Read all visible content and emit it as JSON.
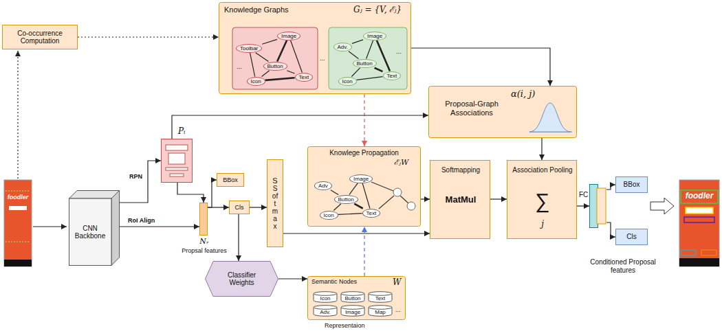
{
  "diagram": {
    "nodes": [
      {
        "text": [
          "Co-occurrence Computation"
        ]
      },
      {
        "text": [
          "Knowledge Graphs",
          "Gⱼ = {V, ℰⱼ}"
        ]
      },
      {
        "text": [
          "Toolbar"
        ],
        "in": 1
      },
      {
        "text": [
          "Image"
        ],
        "in": 1
      },
      {
        "text": [
          "Button"
        ],
        "in": 1
      },
      {
        "text": [
          "Icon"
        ],
        "in": 1
      },
      {
        "text": [
          "Text"
        ],
        "in": 1
      },
      {
        "text": [
          "Adv."
        ],
        "in": 1
      },
      {
        "text": [
          "Image"
        ],
        "in": 1
      },
      {
        "text": [
          "Button"
        ],
        "in": 1
      },
      {
        "text": [
          "Icon"
        ],
        "in": 1
      },
      {
        "text": [
          "Text"
        ],
        "in": 1
      },
      {
        "text": [
          "Proposal-Graph Associations",
          "α(i, j)"
        ]
      },
      {
        "text": [
          "CNN Backbone"
        ]
      },
      {
        "text": [
          "Pᵢ"
        ]
      },
      {
        "text": [
          "Knowlege Propagation",
          "ℰⱼW"
        ]
      },
      {
        "text": [
          "Adv"
        ],
        "in": 15
      },
      {
        "text": [
          "Image"
        ],
        "in": 15
      },
      {
        "text": [
          "Button"
        ],
        "in": 15
      },
      {
        "text": [
          "Icon"
        ],
        "in": 15
      },
      {
        "text": [
          "Text"
        ],
        "in": 15
      },
      {
        "text": [
          "Softmapping",
          "MatMul"
        ]
      },
      {
        "text": [
          "Association Pooling",
          "∑",
          "j"
        ]
      },
      {
        "text": [
          "Nᵣ",
          "Propsal features"
        ]
      },
      {
        "text": [
          "BBox"
        ]
      },
      {
        "text": [
          "Cls"
        ]
      },
      {
        "text": [
          "S",
          "Softmax"
        ]
      },
      {
        "text": [
          "FC"
        ]
      },
      {
        "text": [
          "BBox"
        ]
      },
      {
        "text": [
          "Cls"
        ]
      },
      {
        "text": [
          "Classifier Weights"
        ]
      },
      {
        "text": [
          "Semantic Nodes",
          "W"
        ]
      },
      {
        "text": [
          "Icon"
        ],
        "in": 31
      },
      {
        "text": [
          "Button"
        ],
        "in": 31
      },
      {
        "text": [
          "Text"
        ],
        "in": 31
      },
      {
        "text": [
          "Adv."
        ],
        "in": 31
      },
      {
        "text": [
          "Image"
        ],
        "in": 31
      },
      {
        "text": [
          "Map"
        ],
        "in": 31
      }
    ],
    "edges": [
      {
        "from": 0,
        "to": 1,
        "arrow": "to"
      },
      {
        "from": 1,
        "to": 12,
        "arrow": "to"
      },
      {
        "from": 1,
        "to": 15,
        "arrow": "to"
      },
      {
        "from": 31,
        "to": 15,
        "arrow": "to"
      },
      {
        "from": 30,
        "to": 31,
        "arrow": "to"
      },
      {
        "from": 25,
        "to": 30,
        "arrow": "to"
      },
      {
        "from": 25,
        "to": 26,
        "arrow": "to"
      },
      {
        "from": 26,
        "to": 21,
        "arrow": "to"
      },
      {
        "from": 15,
        "to": 21,
        "arrow": "to"
      },
      {
        "from": 21,
        "to": 22,
        "arrow": "to"
      },
      {
        "from": 12,
        "to": 22,
        "arrow": "to"
      },
      {
        "from": 22,
        "to": 27,
        "arrow": "to"
      },
      {
        "from": 27,
        "to": 28,
        "arrow": "to"
      },
      {
        "from": 27,
        "to": 29,
        "arrow": "to"
      },
      {
        "from": 13,
        "to": 14,
        "arrow": "to"
      },
      {
        "from": 13,
        "to": 23,
        "arrow": "to"
      },
      {
        "from": 14,
        "to": 23,
        "arrow": "to"
      },
      {
        "from": 14,
        "to": 12,
        "arrow": "to"
      },
      {
        "from": 23,
        "to": 24,
        "arrow": "to"
      },
      {
        "from": 23,
        "to": 25,
        "arrow": "to"
      },
      {
        "from": 2,
        "to": 3,
        "arrow": "none"
      },
      {
        "from": 2,
        "to": 4,
        "arrow": "none"
      },
      {
        "from": 3,
        "to": 4,
        "arrow": "none"
      },
      {
        "from": 3,
        "to": 6,
        "arrow": "none"
      },
      {
        "from": 4,
        "to": 5,
        "arrow": "none"
      },
      {
        "from": 4,
        "to": 6,
        "arrow": "none"
      },
      {
        "from": 5,
        "to": 6,
        "arrow": "none"
      },
      {
        "from": 2,
        "to": 5,
        "arrow": "none"
      },
      {
        "from": 7,
        "to": 9,
        "arrow": "none"
      },
      {
        "from": 8,
        "to": 9,
        "arrow": "none"
      },
      {
        "from": 8,
        "to": 11,
        "arrow": "none"
      },
      {
        "from": 9,
        "to": 11,
        "arrow": "none"
      },
      {
        "from": 9,
        "to": 10,
        "arrow": "none"
      },
      {
        "from": 10,
        "to": 11,
        "arrow": "none"
      },
      {
        "from": 7,
        "to": 8,
        "arrow": "none"
      },
      {
        "from": 16,
        "to": 18,
        "arrow": "none"
      },
      {
        "from": 17,
        "to": 18,
        "arrow": "none"
      },
      {
        "from": 18,
        "to": 20,
        "arrow": "none"
      },
      {
        "from": 18,
        "to": 19,
        "arrow": "none"
      },
      {
        "from": 19,
        "to": 20,
        "arrow": "none"
      },
      {
        "from": 17,
        "to": 20,
        "arrow": "none"
      }
    ],
    "labels": [
      "...",
      "...",
      "...",
      "...",
      "RPN",
      "RoI Align",
      "Conditioned Proposal features",
      "Representaion",
      "foodler",
      "foodler"
    ]
  }
}
